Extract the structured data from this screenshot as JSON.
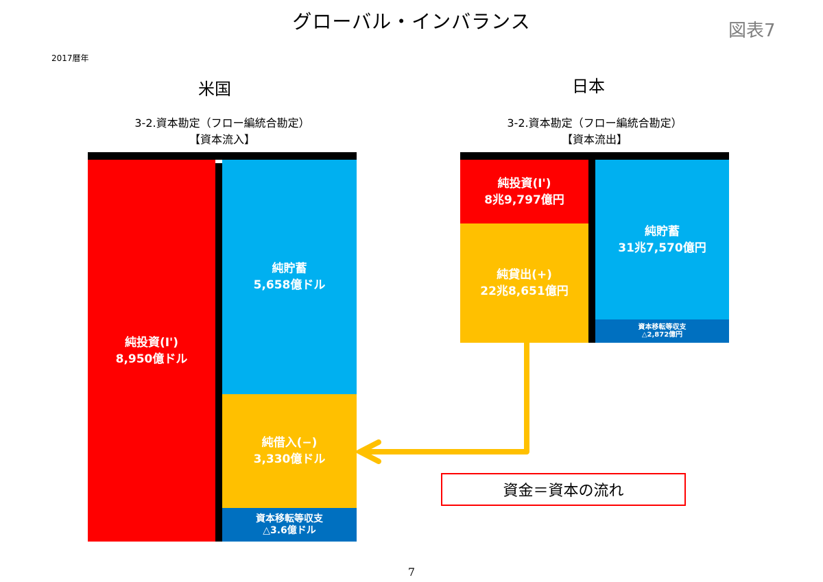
{
  "header": {
    "title": "グローバル・インバランス",
    "figure_number": "図表7",
    "period": "2017暦年"
  },
  "us": {
    "country": "米国",
    "account_title": "3-2.資本勘定（フロー編統合勘定）",
    "account_subtitle": "【資本流入】",
    "net_investment": {
      "label": "純投資(I')",
      "value": "8,950億ドル",
      "color": "#ff0000"
    },
    "net_saving": {
      "label": "純貯蓄",
      "value": "5,658億ドル",
      "color": "#00b0f0"
    },
    "net_borrowing": {
      "label": "純借入(−)",
      "value": "3,330億ドル",
      "color": "#ffc000"
    },
    "capital_transfers": {
      "label": "資本移転等収支",
      "value": "△3.6億ドル",
      "color": "#0070c0"
    }
  },
  "japan": {
    "country": "日本",
    "account_title": "3-2.資本勘定（フロー編統合勘定）",
    "account_subtitle": "【資本流出】",
    "net_investment": {
      "label": "純投資(I')",
      "value": "8兆9,797億円",
      "color": "#ff0000"
    },
    "net_lending": {
      "label": "純貸出(+)",
      "value": "22兆8,651億円",
      "color": "#ffc000"
    },
    "net_saving": {
      "label": "純貯蓄",
      "value": "31兆7,570億円",
      "color": "#00b0f0"
    },
    "capital_transfers": {
      "label": "資本移転等収支",
      "value": "△2,872億円",
      "color": "#0070c0"
    }
  },
  "flow": {
    "arrow": "arrow-left-icon",
    "arrow_color": "#ffc000",
    "note": "資金＝資本の流れ"
  },
  "footer": {
    "page_number": "7"
  }
}
